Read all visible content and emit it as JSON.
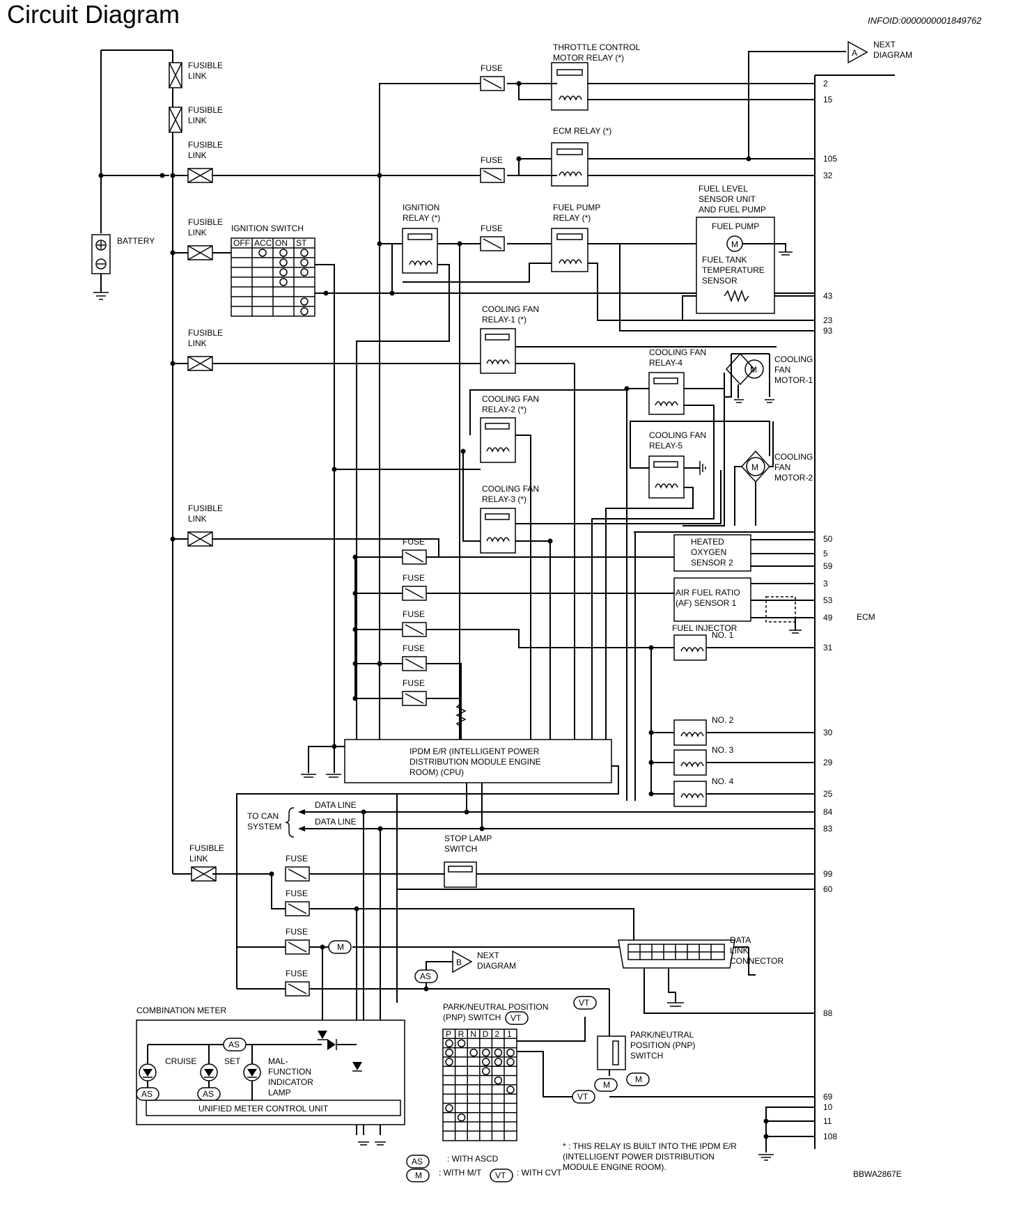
{
  "header": {
    "title": "Circuit Diagram",
    "info_id": "INFOID:0000000001849762"
  },
  "diagram": {
    "fusible_link": "FUSIBLE\nLINK",
    "fuse": "FUSE",
    "battery": "BATTERY",
    "ignition_switch": {
      "label": "IGNITION SWITCH",
      "columns": [
        "OFF",
        "ACC",
        "ON",
        "ST"
      ]
    },
    "throttle_relay": "THROTTLE CONTROL\nMOTOR RELAY (*)",
    "ecm_relay": "ECM RELAY (*)",
    "ignition_relay": "IGNITION\nRELAY (*)",
    "fuel_pump_relay": "FUEL PUMP\nRELAY (*)",
    "fuel_level_unit": "FUEL LEVEL\nSENSOR UNIT\nAND FUEL PUMP",
    "fuel_pump": "FUEL PUMP",
    "fuel_tank_sensor": "FUEL TANK\nTEMPERATURE\nSENSOR",
    "cooling_fan_relay_1": "COOLING FAN\nRELAY-1 (*)",
    "cooling_fan_relay_2": "COOLING FAN\nRELAY-2 (*)",
    "cooling_fan_relay_3": "COOLING FAN\nRELAY-3 (*)",
    "cooling_fan_relay_4": "COOLING FAN\nRELAY-4",
    "cooling_fan_relay_5": "COOLING FAN\nRELAY-5",
    "cooling_fan_motor_1": "COOLING\nFAN\nMOTOR-1",
    "cooling_fan_motor_2": "COOLING\nFAN\nMOTOR-2",
    "heated_oxygen_sensor": "HEATED\nOXYGEN\nSENSOR 2",
    "af_sensor": "AIR FUEL RATIO\n(AF) SENSOR 1",
    "fuel_injector": "FUEL INJECTOR",
    "injectors": [
      "NO. 1",
      "NO. 2",
      "NO. 3",
      "NO. 4"
    ],
    "ipdm": "IPDM E/R (INTELLIGENT POWER\nDISTRIBUTION MODULE ENGINE\nROOM) (CPU)",
    "to_can": "TO CAN\nSYSTEM",
    "data_line": "DATA LINE",
    "stop_lamp": "STOP LAMP\nSWITCH",
    "next_diagram": "NEXT\nDIAGRAM",
    "connector_a": "A",
    "connector_b": "B",
    "data_link_connector": "DATA\nLINK\nCONNECTOR",
    "pnp_switch_table": "PARK/NEUTRAL POSITION\n(PNP) SWITCH",
    "pnp_columns": [
      "P",
      "R",
      "N",
      "D",
      "2",
      "1"
    ],
    "pnp_switch": "PARK/NEUTRAL\nPOSITION (PNP)\nSWITCH",
    "combination_meter": "COMBINATION METER",
    "cruise": "CRUISE",
    "set": "SET",
    "mil": "MAL-\nFUNCTION\nINDICATOR\nLAMP",
    "unified_meter": "UNIFIED METER CONTROL UNIT",
    "ecm": "ECM",
    "tag_as": "AS",
    "tag_m": "M",
    "tag_vt": "VT",
    "motor_m": "M",
    "ecm_pins": [
      "2",
      "15",
      "105",
      "32",
      "43",
      "23",
      "93",
      "50",
      "5",
      "59",
      "3",
      "53",
      "49",
      "31",
      "30",
      "29",
      "25",
      "84",
      "83",
      "99",
      "60",
      "88",
      "69",
      "10",
      "11",
      "108"
    ],
    "legend": {
      "as": ": WITH ASCD",
      "m": ": WITH M/T",
      "vt": ": WITH CVT",
      "star": "* : THIS RELAY IS BUILT INTO THE IPDM E/R\n(INTELLIGENT POWER DISTRIBUTION\nMODULE ENGINE ROOM)."
    },
    "figure_code": "BBWA2867E"
  }
}
